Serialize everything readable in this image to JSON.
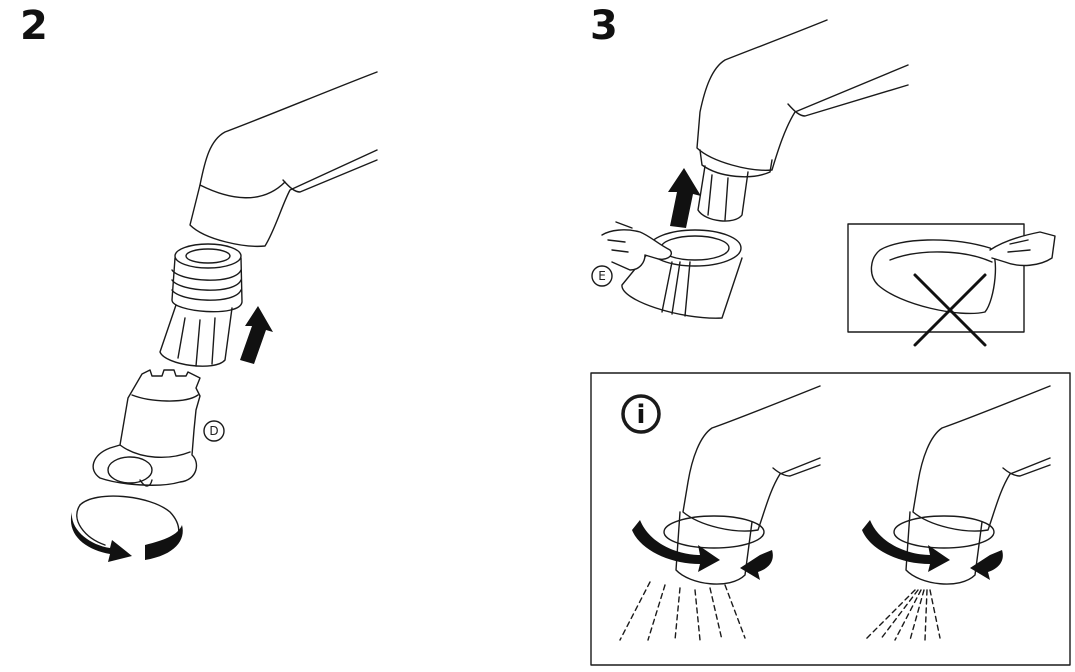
{
  "steps": [
    {
      "number": "2",
      "callouts": [
        "D"
      ]
    },
    {
      "number": "3",
      "callouts": [
        "E"
      ]
    }
  ],
  "info_panel": {
    "icon": "info-icon",
    "symbol": "i"
  },
  "icons": {
    "arrow_up": "arrow-up-icon",
    "rotate": "rotate-arrow-icon",
    "hand": "hand-icon",
    "cross": "cross-icon"
  },
  "colors": {
    "line": "#1a1a1a",
    "fill": "#ffffff",
    "arrow": "#111111"
  }
}
